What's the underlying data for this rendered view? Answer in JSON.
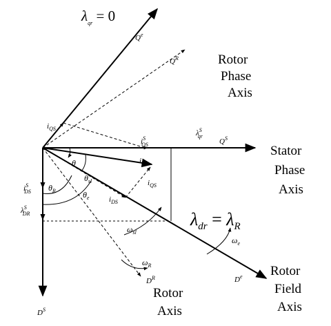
{
  "vectors": {
    "qe": {
      "main": "Q",
      "sup": "e"
    },
    "qr": {
      "main": "Q",
      "sup": "R"
    },
    "qs": {
      "main": "Q",
      "sup": "S"
    },
    "ds": {
      "main": "D",
      "sup": "S"
    },
    "dr": {
      "main": "D",
      "sup": "R"
    },
    "de": {
      "main": "D",
      "sup": "e"
    }
  },
  "equations": {
    "lambda_qr": {
      "lambda": "λ",
      "sub": "qr",
      "rest": " = 0"
    },
    "lambda_dr": {
      "lambda": "λ",
      "sub": "dr",
      "eq": " = ",
      "lambda2": "λ",
      "sub2": "R"
    }
  },
  "axis_labels": {
    "rotor_phase": [
      "Rotor",
      "Phase",
      "Axis"
    ],
    "stator_phase": [
      "Stator",
      "Phase",
      "Axis"
    ],
    "rotor_field": [
      "Rotor",
      "Field",
      "Axis"
    ],
    "rotor_axis": [
      "Rotor",
      "Axis"
    ]
  },
  "labels": {
    "i_qs_left": {
      "main": "i",
      "sub": "QS"
    },
    "i_qs_s": {
      "main": "i",
      "sup": "S",
      "sub": "QS"
    },
    "lambda_qr_s": {
      "main": "λ",
      "sup": "S",
      "sub": "qr"
    },
    "i_s": {
      "main": "i",
      "sub": "S"
    },
    "i_qs_right": {
      "main": "i",
      "sub": "QS"
    },
    "i_ds": {
      "main": "i",
      "sub": "DS"
    },
    "i_ds_s": {
      "main": "i",
      "sup": "S",
      "sub": "DS"
    },
    "lambda_dr_s": {
      "main": "λ",
      "sup": "S",
      "sub": "DR"
    },
    "theta": {
      "main": "θ"
    },
    "theta_sl": {
      "main": "θ",
      "sub": "sl"
    },
    "theta_r": {
      "main": "θ",
      "sub": "R"
    },
    "theta_e": {
      "main": "θ",
      "sub": "e"
    },
    "omega_sl": {
      "main": "ω",
      "sub": "sl"
    },
    "omega_e": {
      "main": "ω",
      "sub": "e"
    },
    "omega_r": {
      "main": "ω",
      "sub": "R"
    }
  }
}
